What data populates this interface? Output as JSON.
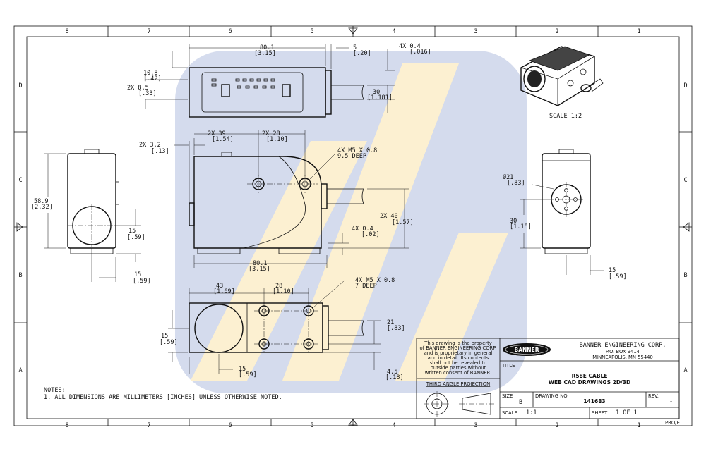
{
  "border": {
    "columns": [
      "8",
      "7",
      "6",
      "5",
      "4",
      "3",
      "2",
      "1"
    ],
    "rows": [
      "D",
      "C",
      "B",
      "A"
    ]
  },
  "dims": {
    "top_width": "80.1",
    "top_width_in": "[3.15]",
    "top_5": "5",
    "top_5_in": "[.20]",
    "top_4x04": "4X 0.4",
    "top_4x04_in": "[.016]",
    "top_108": "10.8",
    "top_108_in": "[.42]",
    "top_2x85": "2X 8.5",
    "top_2x85_in": "[.33]",
    "top_30": "30",
    "top_30_in": "[1.181]",
    "front_2x39": "2X 39",
    "front_2x39_in": "[1.54]",
    "front_2x28": "2X 28",
    "front_2x28_in": "[1.10]",
    "front_2x32": "2X 3.2",
    "front_2x32_in": "[.13]",
    "front_m5": "4X M5 X 0.8",
    "front_m5_deep": "9.5 DEEP",
    "front_2x40": "2X 40",
    "front_2x40_in": "[1.57]",
    "front_4x04": "4X 0.4",
    "front_4x04_in": "[.02]",
    "front_width": "80.1",
    "front_width_in": "[3.15]",
    "left_589": "58.9",
    "left_589_in": "[2.32]",
    "left_15": "15",
    "left_15_in": "[.59]",
    "left_15b": "15",
    "left_15b_in": "[.59]",
    "right_d21": "Ø21",
    "right_d21_in": "[.83]",
    "right_30": "30",
    "right_30_in": "[1.18]",
    "right_15": "15",
    "right_15_in": "[.59]",
    "bot_43": "43",
    "bot_43_in": "[1.69]",
    "bot_28": "28",
    "bot_28_in": "[1.10]",
    "bot_m5": "4X M5 X 0.8",
    "bot_m5_deep": "7 DEEP",
    "bot_21": "21",
    "bot_21_in": "[.83]",
    "bot_15": "15",
    "bot_15_in": "[.59]",
    "bot_15b": "15",
    "bot_15b_in": "[.59]",
    "bot_45": "4.5",
    "bot_45_in": "[.18]"
  },
  "iso_scale": "SCALE  1:2",
  "notes": {
    "heading": "NOTES:",
    "line1": "1. ALL DIMENSIONS ARE MILLIMETERS [INCHES] UNLESS OTHERWISE NOTED."
  },
  "title_block": {
    "proprietary": [
      "This drawing is the property",
      "of BANNER ENGINEERING CORP.",
      "and is proprietary in general",
      "and in detail.  Its contents",
      "shall not be revealed to",
      "outside parties without",
      "written consent of BANNER."
    ],
    "projection": "THIRD ANGLE PROJECTION",
    "logo": "BANNER",
    "company": "BANNER ENGINEERING CORP.",
    "address1": "P.O. BOX 9414",
    "address2": "MINNEAPOLIS, MN 55440",
    "title_label": "TITLE",
    "title_line1": "R58E CABLE",
    "title_line2": "WEB CAD DRAWINGS 2D/3D",
    "size_label": "SIZE",
    "size_value": "B",
    "drawing_no_label": "DRAWING NO.",
    "drawing_no": "141683",
    "rev_label": "REV.",
    "rev_value": "-",
    "scale_label": "SCALE",
    "scale_value": "1:1",
    "sheet_label": "SHEET",
    "sheet_value": "1 OF 1",
    "corner": "PRO/E"
  },
  "watermark": {
    "bg_color": "#2f4fa8",
    "accent_color": "#f5b81e"
  }
}
